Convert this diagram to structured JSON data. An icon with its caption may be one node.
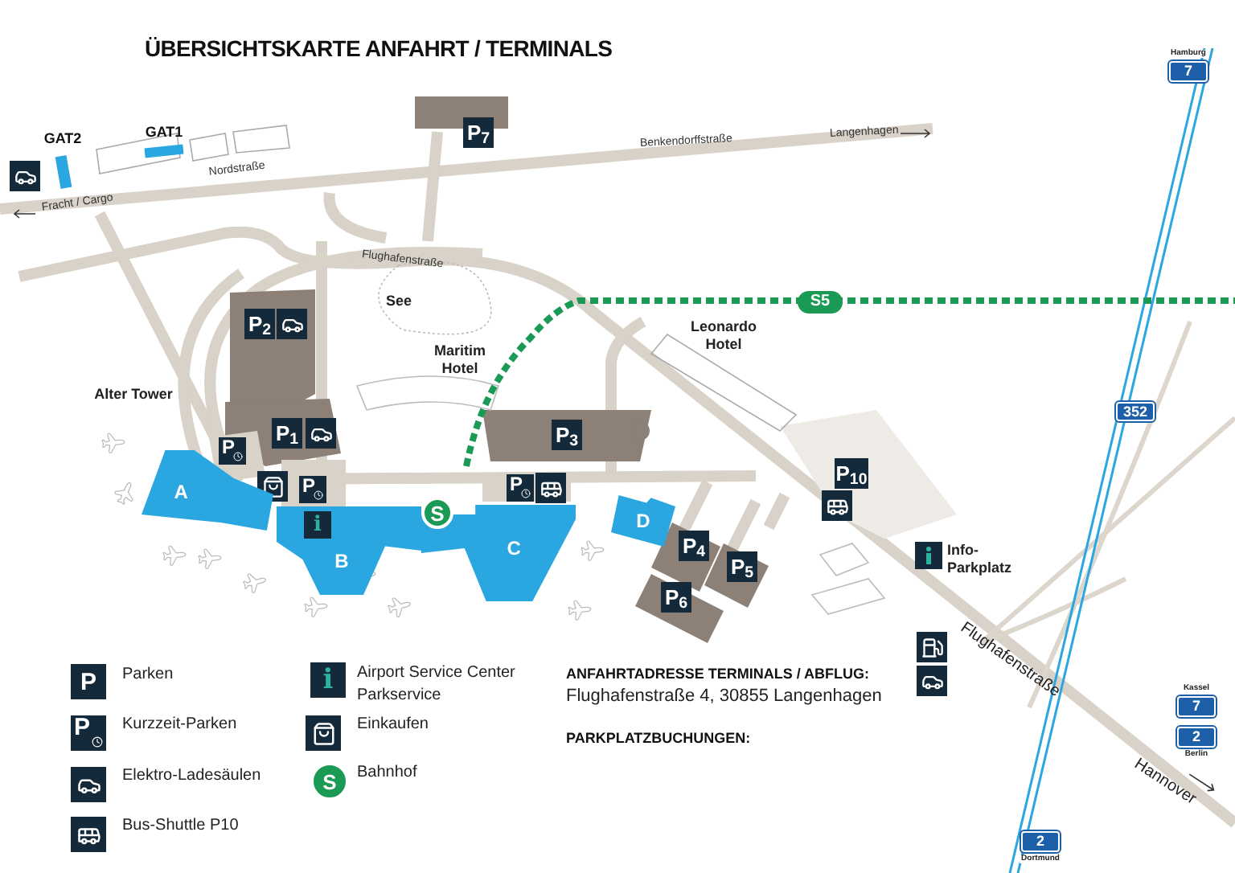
{
  "diagram": {
    "title": "ÜBERSICHTSKARTE ANFAHRT / TERMINALS",
    "nodes": [
      {
        "text": [
          "GAT2"
        ]
      },
      {
        "text": [
          "GAT1"
        ]
      },
      {
        "text": [
          "P$_{7}$"
        ]
      },
      {
        "text": [
          "See"
        ]
      },
      {
        "text": [
          "P$_{2}$"
        ]
      },
      {
        "text": [
          "Maritim Hotel"
        ]
      },
      {
        "text": [
          "Leonardo Hotel"
        ]
      },
      {
        "text": [
          "Alter Tower"
        ]
      },
      {
        "text": [
          "P$_{1}$"
        ]
      },
      {
        "text": [
          "P$_{3}$"
        ]
      },
      {
        "text": [
          "A"
        ]
      },
      {
        "text": [
          "B"
        ]
      },
      {
        "text": [
          "C"
        ]
      },
      {
        "text": [
          "D"
        ]
      },
      {
        "text": [
          "P$_{4}$"
        ]
      },
      {
        "text": [
          "P$_{5}$"
        ]
      },
      {
        "text": [
          "P$_{6}$"
        ]
      },
      {
        "text": [
          "P$_{10}$"
        ]
      },
      {
        "text": [
          "Info-Parkplatz"
        ]
      },
      {
        "text": [
          "S5"
        ]
      },
      {
        "text": [
          "7"
        ],
        "beside": [
          "Hamburg"
        ]
      },
      {
        "text": [
          "352"
        ]
      },
      {
        "text": [
          "7"
        ],
        "beside": [
          "Kassel"
        ]
      },
      {
        "text": [
          "2"
        ],
        "beside": [
          "Berlin"
        ]
      },
      {
        "text": [
          "2"
        ],
        "beside": [
          "Dortmund"
        ]
      },
      {
        "text": [
          "P"
        ]
      },
      {
        "text": [
          "P"
        ]
      },
      {
        "text": [
          "i"
        ],
        "in": 11
      },
      {
        "text": [
          "P"
        ]
      },
      {
        "text": [
          "P"
        ]
      },
      {
        "text": [
          "P"
        ]
      },
      {
        "text": [
          "i"
        ]
      }
    ],
    "labels": [
      "Fracht / Cargo",
      "Nordstraße",
      "Benkendorffstraße",
      "Langenhagen",
      "Flughafenstraße",
      "S",
      "Flughafenstraße",
      "Hannover",
      "S",
      "ANFAHRTADRESSE TERMINALS / ABFLUG:",
      "Flughafenstraße 4, 30855 Langenhagen",
      "PARKPLATZBUCHUNGEN:"
    ],
    "legend": [
      {
        "text": "Parken"
      },
      {
        "text": "Kurzzeit-Parken"
      },
      {
        "text": "Elektro-Ladesäulen"
      },
      {
        "text": "Bus-Shuttle P10"
      },
      {
        "text": "Airport Service Center Parkservice"
      },
      {
        "text": "Einkaufen"
      },
      {
        "text": "Bahnhof"
      }
    ]
  }
}
